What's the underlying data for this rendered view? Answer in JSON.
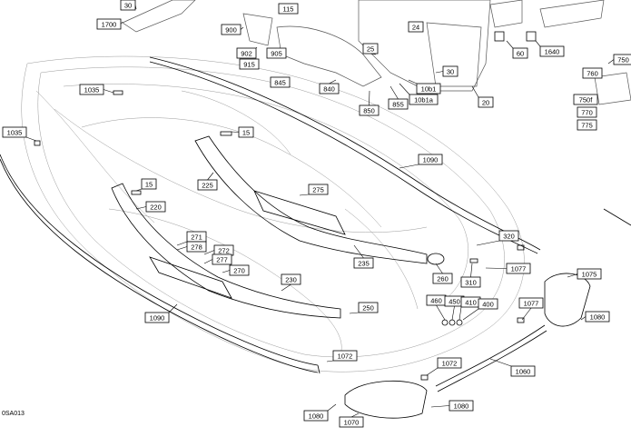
{
  "diagram": {
    "reference_code": "0SA013",
    "callouts": [
      {
        "label": "30"
      },
      {
        "label": "1700"
      },
      {
        "label": "115"
      },
      {
        "label": "900"
      },
      {
        "label": "24"
      },
      {
        "label": "902"
      },
      {
        "label": "905"
      },
      {
        "label": "915"
      },
      {
        "label": "845"
      },
      {
        "label": "840"
      },
      {
        "label": "25"
      },
      {
        "label": "30"
      },
      {
        "label": "10b1"
      },
      {
        "label": "10b1a"
      },
      {
        "label": "855"
      },
      {
        "label": "850"
      },
      {
        "label": "20"
      },
      {
        "label": "60"
      },
      {
        "label": "1640"
      },
      {
        "label": "750"
      },
      {
        "label": "760"
      },
      {
        "label": "750f"
      },
      {
        "label": "770"
      },
      {
        "label": "775"
      },
      {
        "label": "1035"
      },
      {
        "label": "1035"
      },
      {
        "label": "15"
      },
      {
        "label": "1090"
      },
      {
        "label": "15"
      },
      {
        "label": "225"
      },
      {
        "label": "275"
      },
      {
        "label": "220"
      },
      {
        "label": "271"
      },
      {
        "label": "278"
      },
      {
        "label": "272"
      },
      {
        "label": "277"
      },
      {
        "label": "270"
      },
      {
        "label": "235"
      },
      {
        "label": "230"
      },
      {
        "label": "320"
      },
      {
        "label": "1077"
      },
      {
        "label": "260"
      },
      {
        "label": "310"
      },
      {
        "label": "1075"
      },
      {
        "label": "1090"
      },
      {
        "label": "250"
      },
      {
        "label": "460"
      },
      {
        "label": "450"
      },
      {
        "label": "410"
      },
      {
        "label": "400"
      },
      {
        "label": "1077"
      },
      {
        "label": "1080"
      },
      {
        "label": "1072"
      },
      {
        "label": "1072"
      },
      {
        "label": "1060"
      },
      {
        "label": "1080"
      },
      {
        "label": "1080"
      },
      {
        "label": "1070"
      }
    ]
  }
}
